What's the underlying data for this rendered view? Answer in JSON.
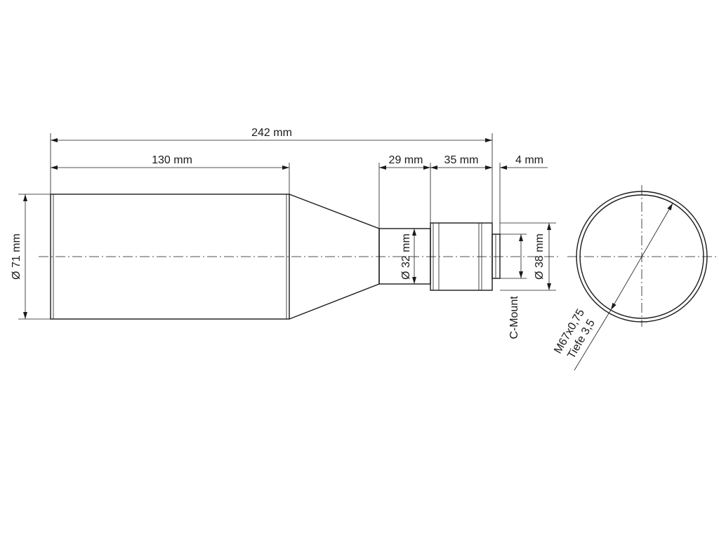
{
  "dimensions": {
    "overall_length": "242 mm",
    "body_length": "130 mm",
    "tube_length": "29 mm",
    "adapter_length": "35 mm",
    "flange_length": "4 mm",
    "body_diameter": "Ø 71 mm",
    "tube_diameter": "Ø 32 mm",
    "mount_diameter": "Ø 38 mm"
  },
  "labels": {
    "mount": "C-Mount",
    "thread": "M67x0,75",
    "depth": "Tiefe 3,5"
  },
  "colors": {
    "line": "#1a1a1a",
    "background": "#ffffff"
  }
}
